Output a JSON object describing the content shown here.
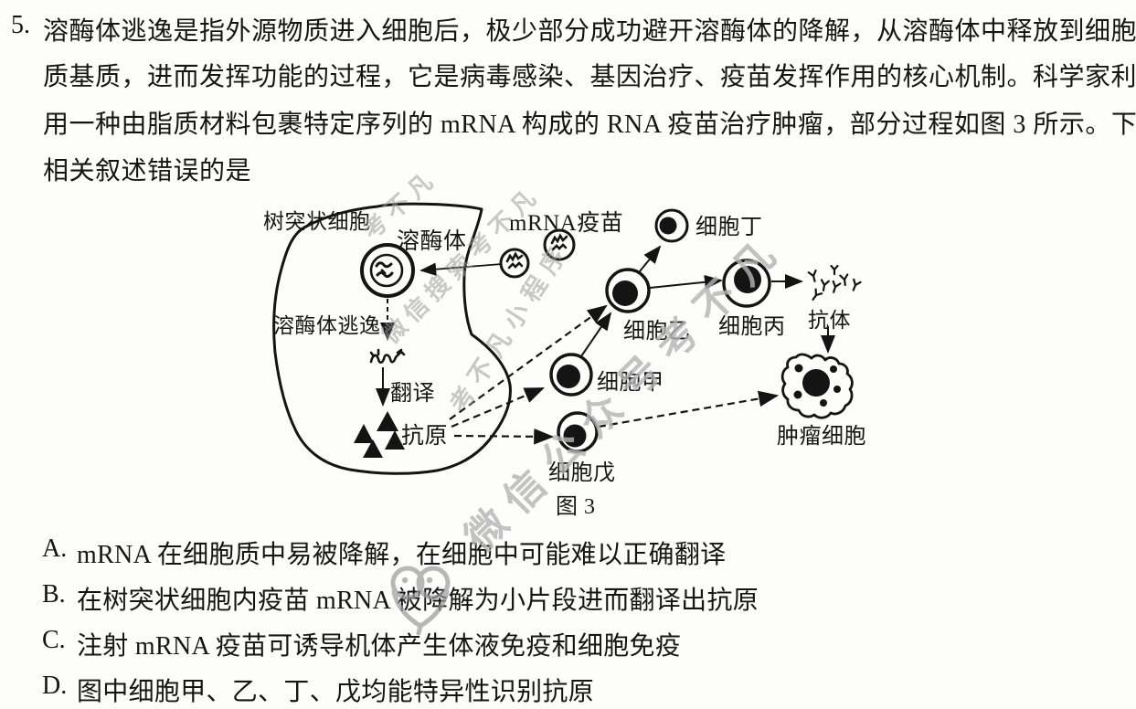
{
  "question": {
    "number": "5.",
    "lines": [
      "溶酶体逃逸是指外源物质进入细胞后，极少部分成功避开溶酶体的降解，从溶酶体中释放到细胞",
      "质基质，进而发挥功能的过程，它是病毒感染、基因治疗、疫苗发挥作用的核心机制。科学家利",
      "用一种由脂质材料包裹特定序列的 mRNA 构成的 RNA 疫苗治疗肿瘤，部分过程如图 3 所示。下列",
      "相关叙述错误的是"
    ]
  },
  "diagram": {
    "caption": "图 3",
    "labels": {
      "dendritic_cell": "树突状细胞",
      "lysosome": "溶酶体",
      "mrna_vaccine": "mRNA疫苗",
      "lysosome_escape": "溶酶体逃逸",
      "translation": "翻译",
      "antigen": "抗原",
      "cell_jia": "细胞甲",
      "cell_yi": "细胞乙",
      "cell_bing": "细胞丙",
      "cell_ding": "细胞丁",
      "cell_wu": "细胞戊",
      "antibody": "抗体",
      "tumor_cell": "肿瘤细胞"
    },
    "ink_color": "#141414"
  },
  "options": [
    {
      "label": "A.",
      "text": "mRNA 在细胞质中易被降解，在细胞中可能难以正确翻译"
    },
    {
      "label": "B.",
      "text": "在树突状细胞内疫苗 mRNA 被降解为小片段进而翻译出抗原"
    },
    {
      "label": "C.",
      "text": "注射 mRNA 疫苗可诱导机体产生体液免疫和细胞免疫"
    },
    {
      "label": "D.",
      "text": "图中细胞甲、乙、丁、戊均能特异性识别抗原"
    }
  ],
  "watermarks": {
    "tile1": "考不凡",
    "tile2": "微信搜索考不凡",
    "tile3": "考不凡小程序",
    "tile4": "微信公众号考不凡",
    "watermark_color": "#a8a8a8"
  }
}
